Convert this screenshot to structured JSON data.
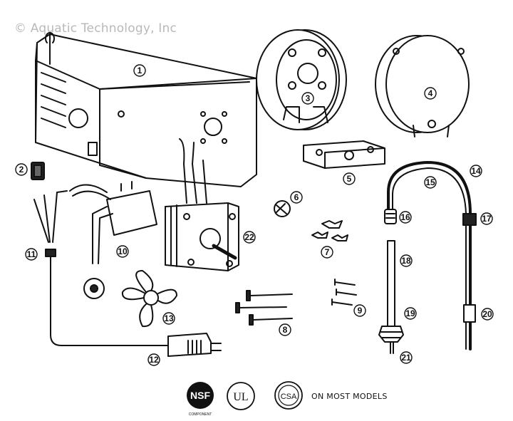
{
  "copyright": "© Aquatic Technology, Inc",
  "callouts": [
    "1",
    "2",
    "3",
    "4",
    "5",
    "6",
    "7",
    "8",
    "9",
    "10",
    "11",
    "12",
    "13",
    "14",
    "15",
    "16",
    "17",
    "18",
    "19",
    "20",
    "21",
    "22"
  ],
  "certifications": {
    "nsf": "NSF",
    "nsf_sub": "COMPONENT",
    "ul": "UL",
    "csa": "CSA",
    "note": "ON MOST MODELS"
  }
}
